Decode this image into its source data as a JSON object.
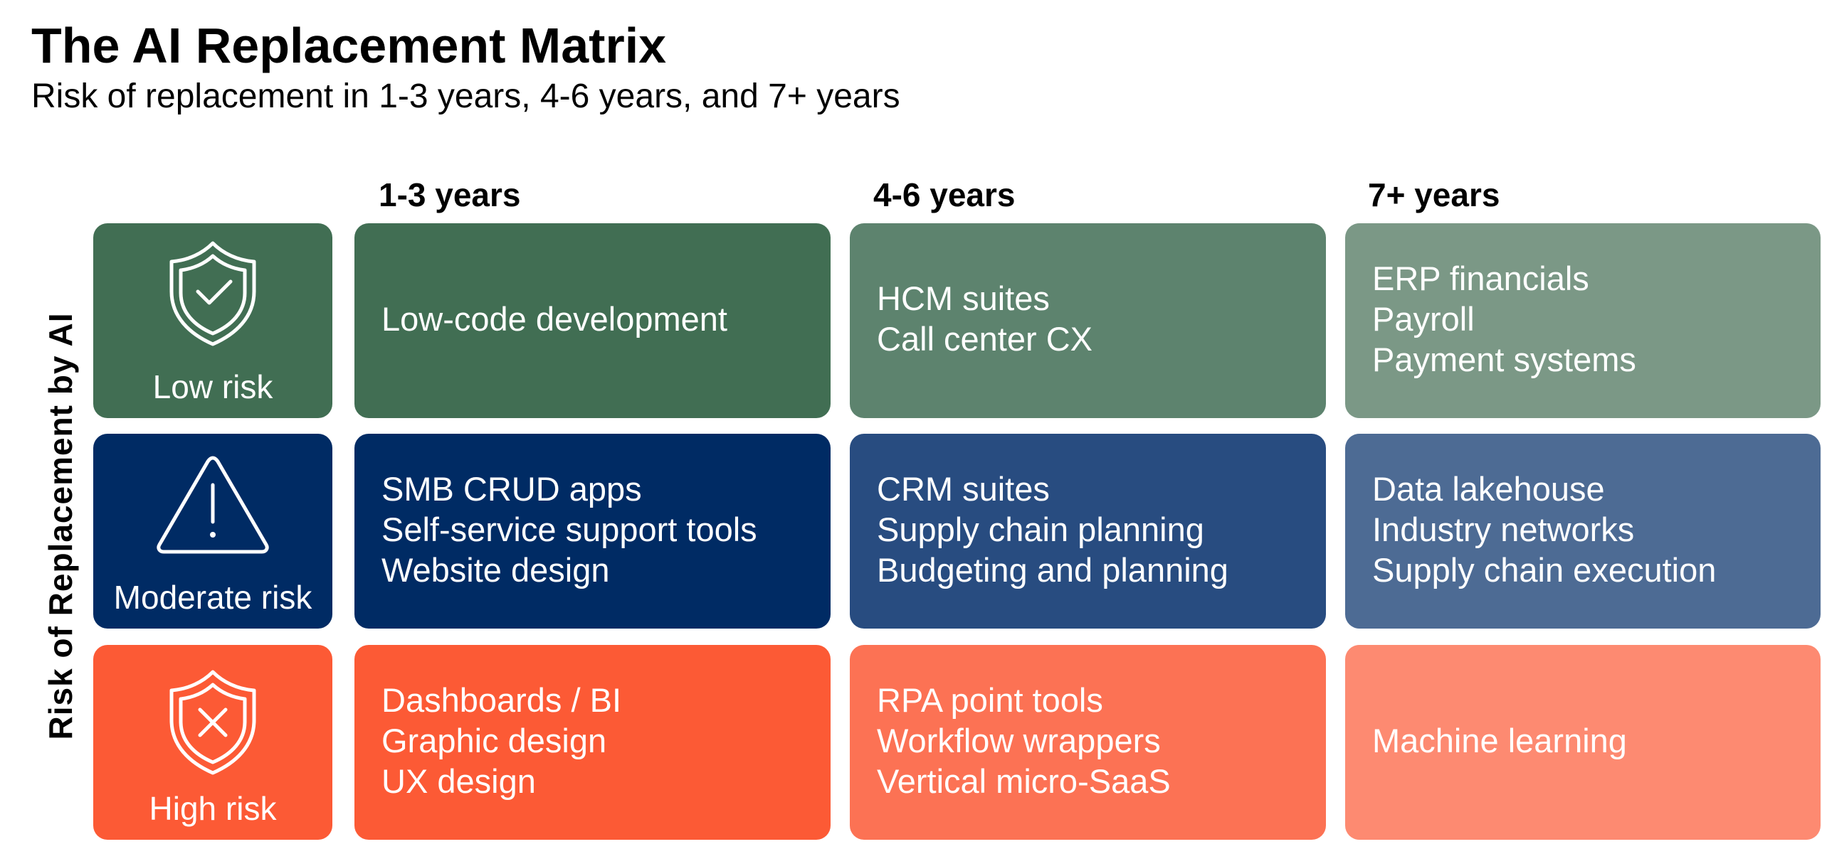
{
  "header": {
    "title": "The AI Replacement Matrix",
    "subtitle": "Risk of replacement in 1-3 years, 4-6 years, and 7+ years"
  },
  "axis": {
    "y_label": "Risk of Replacement by AI"
  },
  "columns": [
    {
      "label": "1-3 years"
    },
    {
      "label": "4-6 years"
    },
    {
      "label": "7+ years"
    }
  ],
  "rows": [
    {
      "label": "Low risk",
      "icon": "shield-check-icon",
      "label_color": "#416E53",
      "cells": [
        {
          "color": "#416E53",
          "items": [
            "Low-code development"
          ]
        },
        {
          "color": "#5D836E",
          "items": [
            "HCM suites",
            "Call center CX"
          ]
        },
        {
          "color": "#7B9886",
          "items": [
            "ERP financials",
            "Payroll",
            "Payment systems"
          ]
        }
      ]
    },
    {
      "label": "Moderate risk",
      "icon": "warning-triangle-icon",
      "label_color": "#002B64",
      "cells": [
        {
          "color": "#002B64",
          "items": [
            "SMB CRUD apps",
            "Self-service support tools",
            "Website design"
          ]
        },
        {
          "color": "#284C80",
          "items": [
            "CRM suites",
            "Supply chain planning",
            "Budgeting and planning"
          ]
        },
        {
          "color": "#4D6B94",
          "items": [
            "Data lakehouse",
            "Industry networks",
            "Supply chain execution"
          ]
        }
      ]
    },
    {
      "label": "High risk",
      "icon": "shield-x-icon",
      "label_color": "#FC5A35",
      "cells": [
        {
          "color": "#FC5A35",
          "items": [
            "Dashboards / BI",
            "Graphic design",
            "UX design"
          ]
        },
        {
          "color": "#FC7254",
          "items": [
            "RPA point tools",
            "Workflow wrappers",
            "Vertical micro-SaaS"
          ]
        },
        {
          "color": "#FD8A71",
          "items": [
            "Machine learning"
          ]
        }
      ]
    }
  ]
}
